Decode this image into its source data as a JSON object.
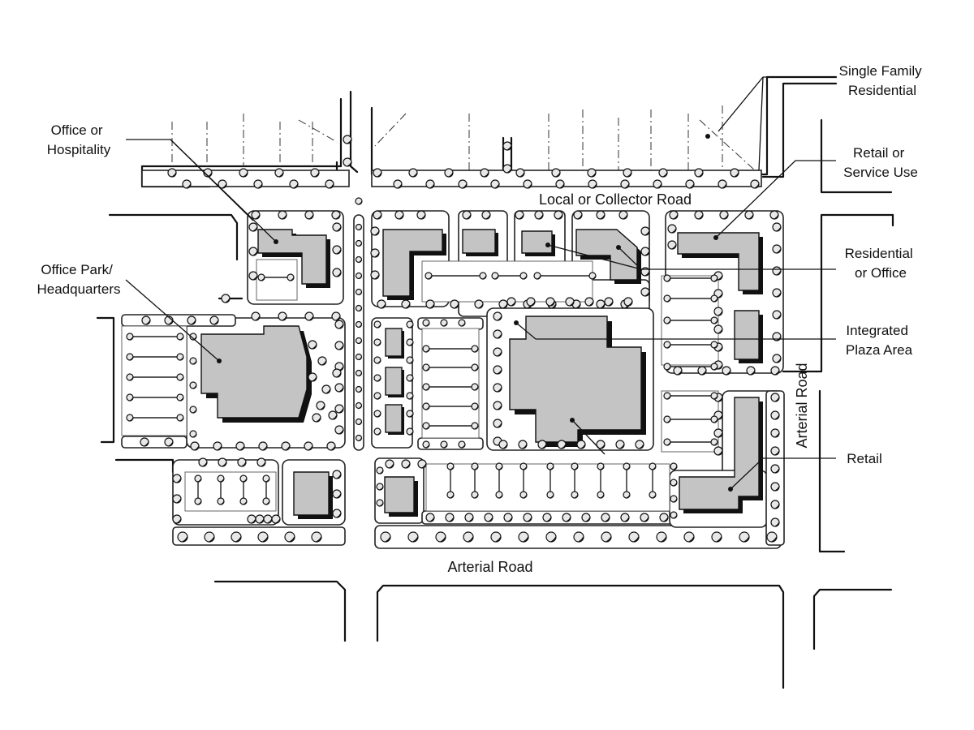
{
  "labels": {
    "single_family": [
      "Single Family",
      "Residential"
    ],
    "office_hospitality": [
      "Office or",
      "Hospitality"
    ],
    "retail_service": [
      "Retail or",
      "Service Use"
    ],
    "office_park": [
      "Office Park/",
      "Headquarters"
    ],
    "residential_office": [
      "Residential",
      "or Office"
    ],
    "plaza": [
      "Integrated",
      "Plaza Area"
    ],
    "retail": "Retail"
  },
  "roads": {
    "collector": "Local or Collector Road",
    "arterial_bottom": "Arterial Road",
    "arterial_right": "Arterial Road"
  },
  "colors": {
    "building_fill": "#c4c4c4",
    "ink": "#111111",
    "ground": "#ffffff"
  }
}
